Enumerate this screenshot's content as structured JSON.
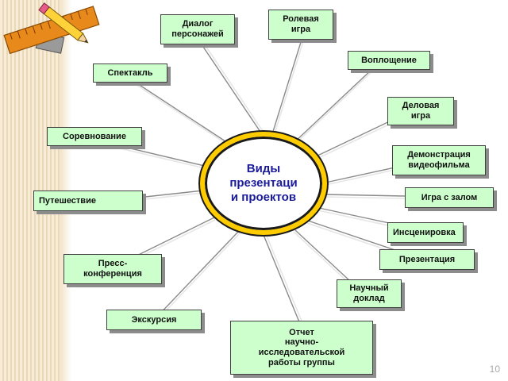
{
  "center": {
    "label": "Виды\nпрезентаци\nи проектов"
  },
  "nodes": {
    "dialog": "Диалог\nперсонажей",
    "role_play": "Ролевая\nигра",
    "embodiment": "Воплощение",
    "performance": "Спектакль",
    "business_game": "Деловая\nигра",
    "competition": "Соревнование",
    "video_demo": "Демонстрация\nвидеофильма",
    "journey": "Путешествие",
    "hall_game": "Игра с залом",
    "staging": "Инсценировка",
    "presentation": "Презентация",
    "press_conference": "Пресс-\nконференция",
    "scientific_report": "Научный\nдоклад",
    "excursion": "Экскурсия",
    "research_report": "Отчет\nнаучно-\nисследовательской\nработы группы"
  },
  "page_number": "10",
  "colors": {
    "node_fill": "#ccffcc",
    "oval_ring": "#ffcc00",
    "center_text": "#1a1a9c",
    "connector": "#b8b8b8"
  },
  "icons": {
    "corner": "pencil-ruler-icon"
  }
}
